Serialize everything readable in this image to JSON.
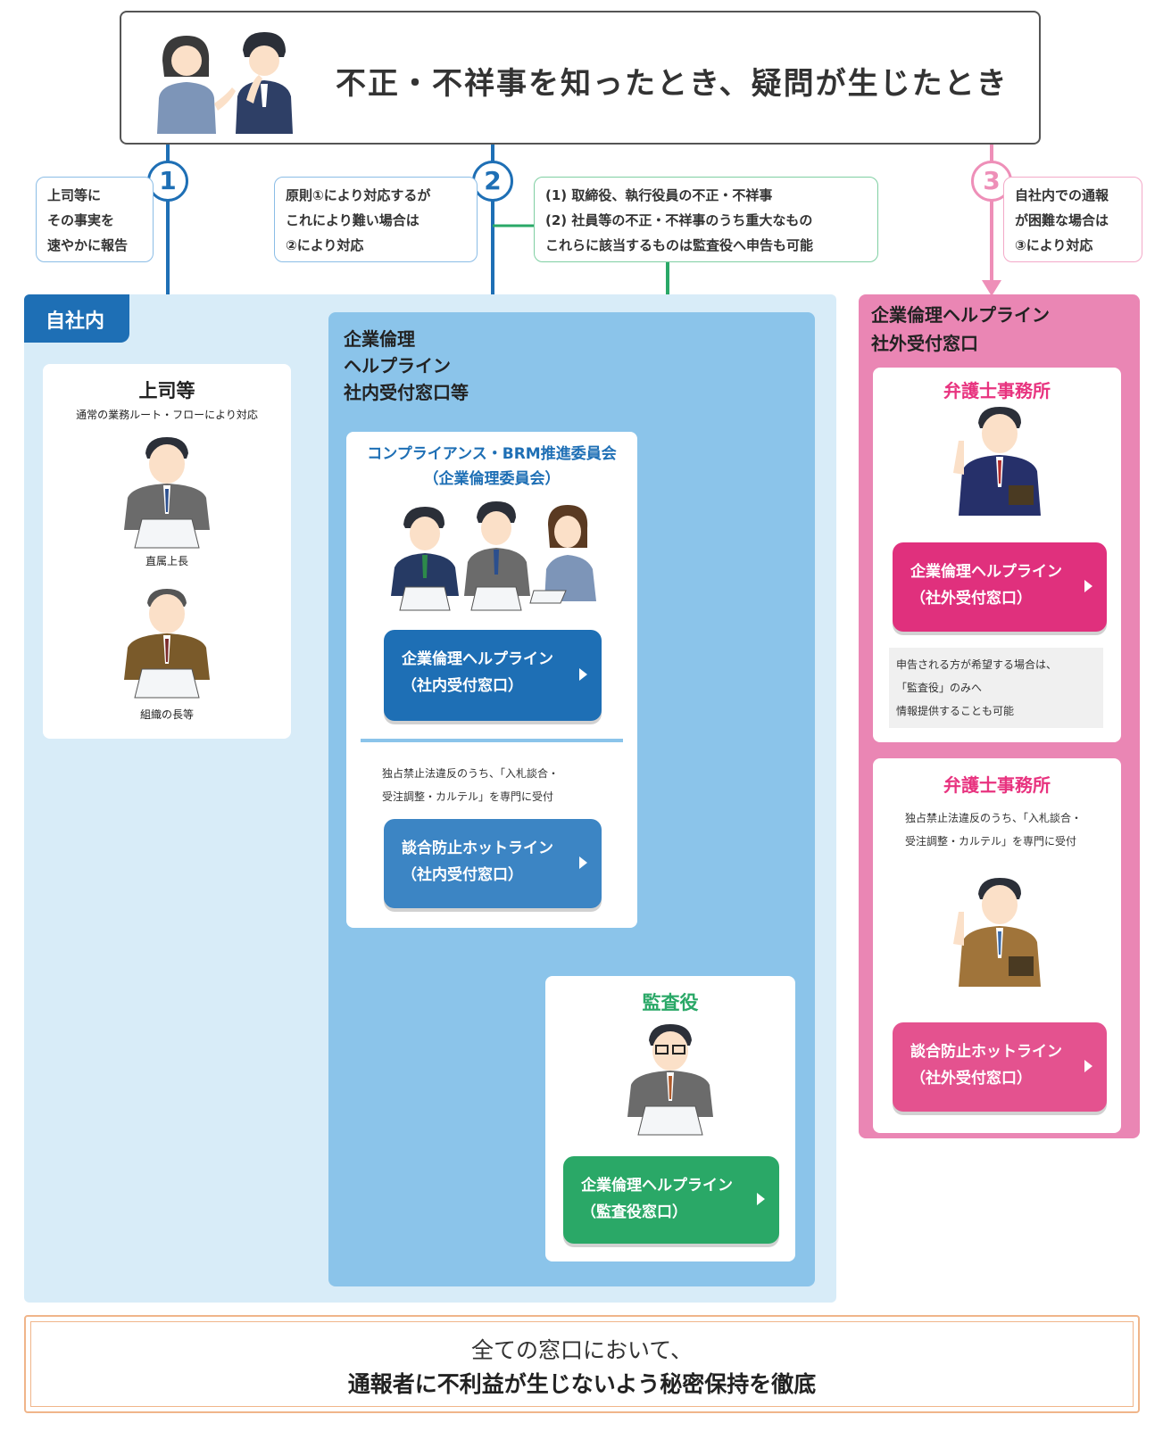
{
  "header": {
    "title": "不正・不祥事を知ったとき、疑問が生じたとき"
  },
  "colors": {
    "blue": "#1e6fb5",
    "green": "#2aa867",
    "pink": "#e8337f",
    "light_blue": "#d8ecf8",
    "mid_blue": "#8bc4ea",
    "pink_region": "#ea86b4"
  },
  "routes": {
    "route1": {
      "number": "1",
      "note": [
        "上司等に",
        "その事実を",
        "速やかに報告"
      ]
    },
    "route2": {
      "number": "2",
      "note": [
        "原則①により対応するが",
        "これにより難い場合は",
        "②により対応"
      ]
    },
    "route2_audit_note": [
      "(1) 取締役、執行役員の不正・不祥事",
      "(2) 社員等の不正・不祥事のうち重大なもの",
      "これらに該当するものは監査役へ申告も可能"
    ],
    "route3": {
      "number": "3",
      "note": [
        "自社内での通報",
        "が困難な場合は",
        "③により対応"
      ]
    }
  },
  "internal": {
    "tag": "自社内",
    "boss_card": {
      "title": "上司等",
      "subtitle": "通常の業務ルート・フローにより対応",
      "person1": "直属上長",
      "person2": "組織の長等"
    },
    "helpline_region": {
      "title": [
        "企業倫理",
        "ヘルプライン",
        "社内受付窓口等"
      ]
    },
    "committee_card": {
      "title": [
        "コンプライアンス・BRM推進委員会",
        "（企業倫理委員会）"
      ],
      "helpline_button": [
        "企業倫理ヘルプライン",
        "（社内受付窓口）"
      ],
      "antitrust_note": [
        "独占禁止法違反のうち、「入札談合・",
        "受注調整・カルテル」を専門に受付"
      ],
      "hotline_button": [
        "談合防止ホットライン",
        "（社内受付窓口）"
      ]
    },
    "auditor_card": {
      "title": "監査役",
      "button": [
        "企業倫理ヘルプライン",
        "（監査役窓口）"
      ]
    }
  },
  "external": {
    "title": [
      "企業倫理ヘルプライン",
      "社外受付窓口"
    ],
    "law_firm1": {
      "title": "弁護士事務所",
      "button": [
        "企業倫理ヘルプライン",
        "（社外受付窓口）"
      ],
      "note": [
        "申告される方が希望する場合は、",
        "「監査役」のみへ",
        "情報提供することも可能"
      ]
    },
    "law_firm2": {
      "title": "弁護士事務所",
      "note": [
        "独占禁止法違反のうち、「入札談合・",
        "受注調整・カルテル」を専門に受付"
      ],
      "button": [
        "談合防止ホットライン",
        "（社外受付窓口）"
      ]
    }
  },
  "footer": {
    "line1": "全ての窓口において、",
    "line2": "通報者に不利益が生じないよう秘密保持を徹底"
  }
}
